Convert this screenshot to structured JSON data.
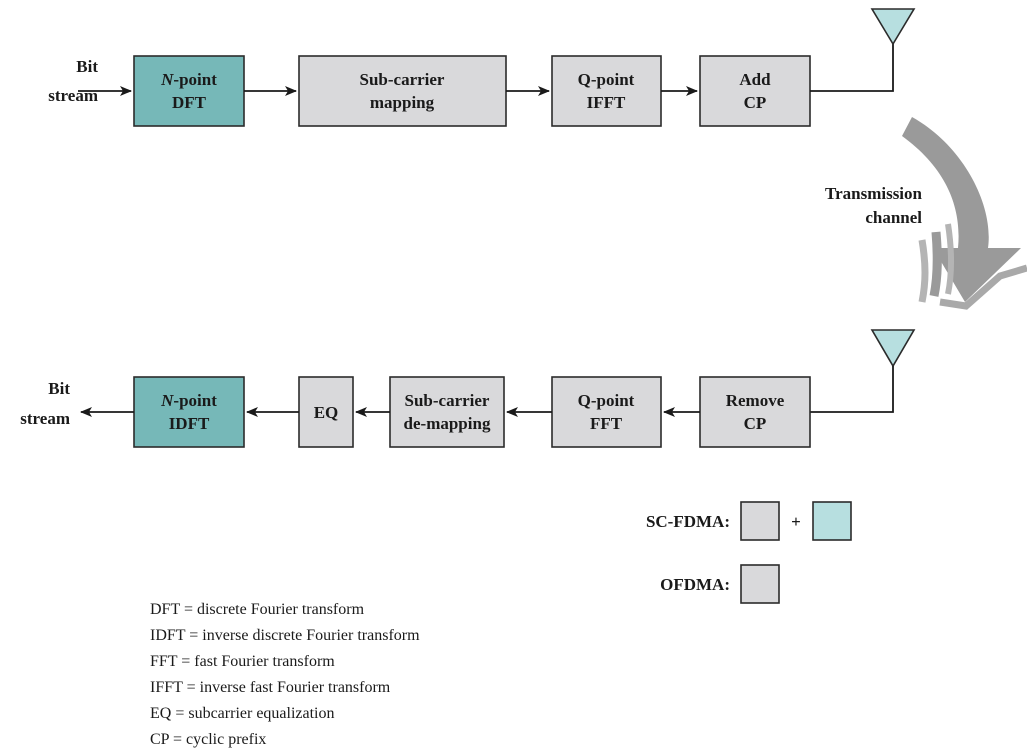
{
  "transmitter": {
    "input_label": [
      "Bit",
      "stream"
    ],
    "dft": {
      "label_italic": "N",
      "label_rest": "-point",
      "label_line2": "DFT"
    },
    "subcarrier_mapping": [
      "Sub-carrier",
      "mapping"
    ],
    "ifft": [
      "Q-point",
      "IFFT"
    ],
    "add_cp": [
      "Add",
      "CP"
    ]
  },
  "channel": {
    "label": [
      "Transmission",
      "channel"
    ]
  },
  "receiver": {
    "output_label": [
      "Bit",
      "stream"
    ],
    "idft": {
      "label_italic": "N",
      "label_rest": "-point",
      "label_line2": "IDFT"
    },
    "eq": "EQ",
    "subcarrier_demapping": [
      "Sub-carrier",
      "de-mapping"
    ],
    "fft": [
      "Q-point",
      "FFT"
    ],
    "remove_cp": [
      "Remove",
      "CP"
    ]
  },
  "legend": {
    "scfdma": "SC-FDMA:",
    "plus": "+",
    "ofdma": "OFDMA:"
  },
  "abbreviations": [
    "DFT = discrete Fourier transform",
    "IDFT = inverse discrete Fourier transform",
    "FFT = fast Fourier transform",
    "IFFT = inverse fast Fourier transform",
    "EQ = subcarrier equalization",
    "CP = cyclic prefix"
  ],
  "colors": {
    "gray_block": "#d9d9db",
    "teal_block": "#76b8b8",
    "light_teal": "#b7dfe0",
    "channel_arrow": "#9a9a9a"
  }
}
